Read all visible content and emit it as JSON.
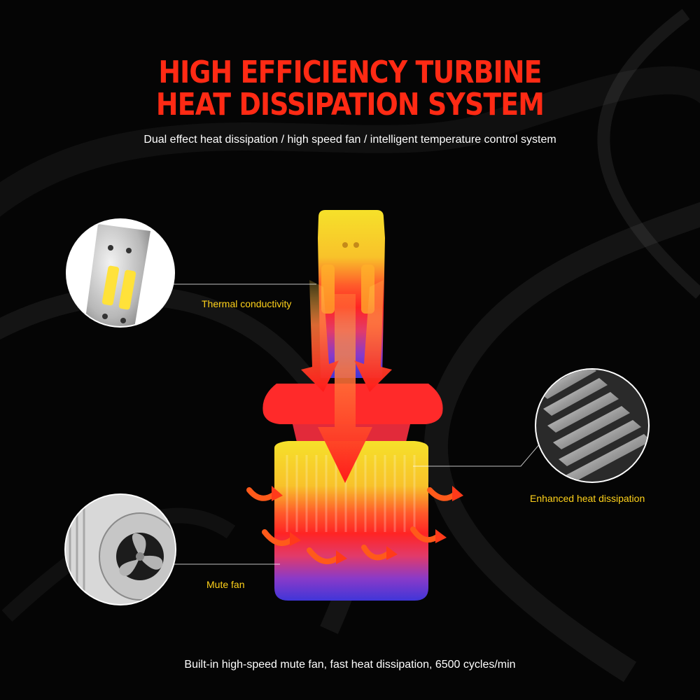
{
  "title": {
    "line1": "HIGH EFFICIENCY TURBINE",
    "line2": "HEAT DISSIPATION SYSTEM"
  },
  "subtitle": "Dual effect heat dissipation / high speed fan / intelligent temperature control system",
  "callouts": {
    "thermal": "Thermal conductivity",
    "enhanced": "Enhanced heat dissipation",
    "mute_fan": "Mute fan"
  },
  "footer": "Built-in high-speed mute fan, fast heat dissipation, 6500 cycles/min",
  "colors": {
    "background": "#050505",
    "title": "#ff2a14",
    "callout_text": "#ffd21a",
    "body_text": "#ffffff",
    "bulb_top": "#f6e12a",
    "bulb_mid": "#ff2a20",
    "bulb_bottom": "#4b3ddc"
  }
}
